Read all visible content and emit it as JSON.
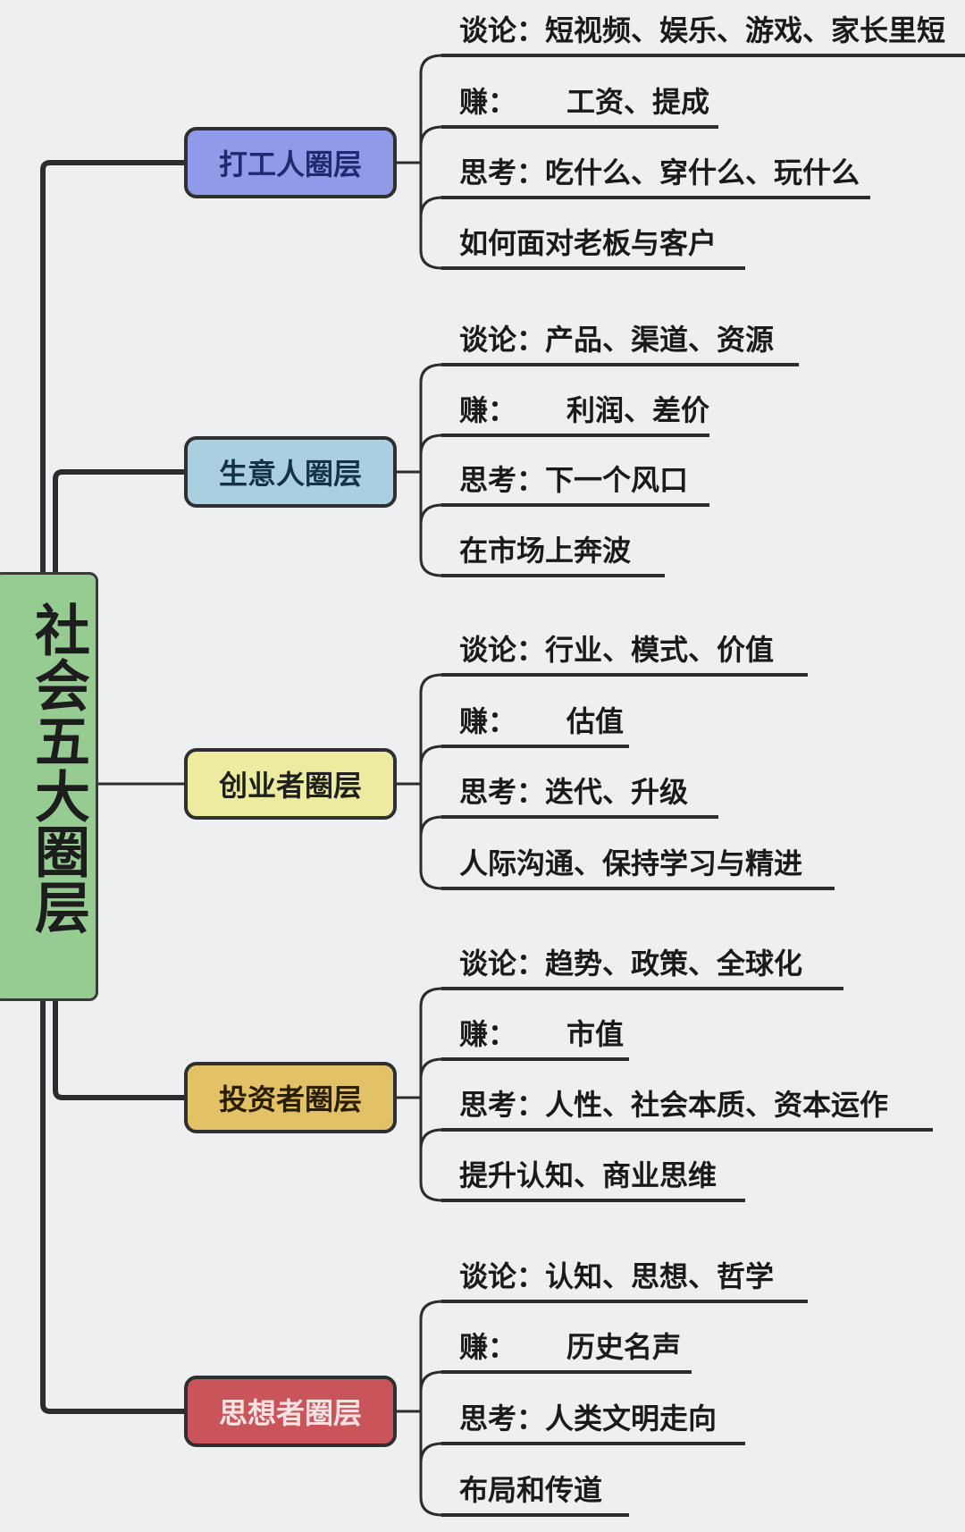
{
  "title": "社会五大圈层",
  "circles": [
    {
      "name": "打工人圈层",
      "color": "#8f9ae8",
      "text_color": "#1e2a6e",
      "items": [
        {
          "label": "谈论：",
          "value": "短视频、娱乐、游戏、家长里短"
        },
        {
          "label": "赚：",
          "value": "工资、提成"
        },
        {
          "label": "思考：",
          "value": "吃什么、穿什么、玩什么"
        },
        {
          "label": "",
          "value": "如何面对老板与客户"
        }
      ]
    },
    {
      "name": "生意人圈层",
      "color": "#a9cfe0",
      "text_color": "#16324a",
      "items": [
        {
          "label": "谈论：",
          "value": "产品、渠道、资源"
        },
        {
          "label": "赚：",
          "value": "利润、差价"
        },
        {
          "label": "思考：",
          "value": "下一个风口"
        },
        {
          "label": "",
          "value": "在市场上奔波"
        }
      ]
    },
    {
      "name": "创业者圈层",
      "color": "#eceba0",
      "text_color": "#1f1f1f",
      "items": [
        {
          "label": "谈论：",
          "value": "行业、模式、价值"
        },
        {
          "label": "赚：",
          "value": "估值"
        },
        {
          "label": "思考：",
          "value": "迭代、升级"
        },
        {
          "label": "",
          "value": "人际沟通、保持学习与精进"
        }
      ]
    },
    {
      "name": "投资者圈层",
      "color": "#e3c267",
      "text_color": "#2a1e00",
      "items": [
        {
          "label": "谈论：",
          "value": "趋势、政策、全球化"
        },
        {
          "label": "赚：",
          "value": "市值"
        },
        {
          "label": "思考：",
          "value": "人性、社会本质、资本运作"
        },
        {
          "label": "",
          "value": "提升认知、商业思维"
        }
      ]
    },
    {
      "name": "思想者圈层",
      "color": "#c9555b",
      "text_color": "#f4e3e3",
      "items": [
        {
          "label": "谈论：",
          "value": "认知、思想、哲学"
        },
        {
          "label": "赚：",
          "value": "历史名声"
        },
        {
          "label": "思考：",
          "value": "人类文明走向"
        },
        {
          "label": "",
          "value": "布局和传道"
        }
      ]
    }
  ]
}
